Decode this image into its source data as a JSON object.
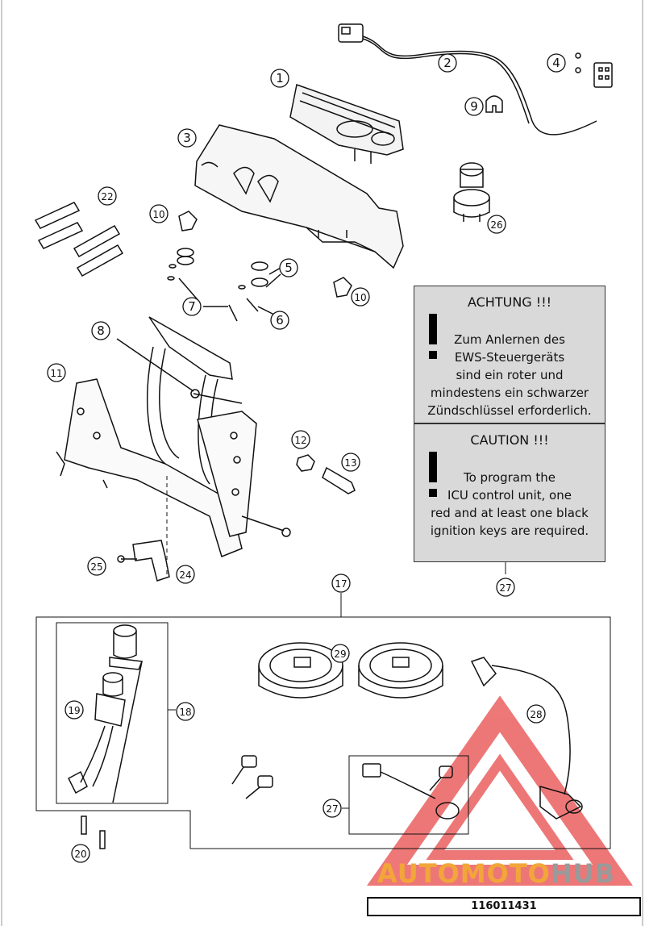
{
  "callouts": [
    "1",
    "2",
    "3",
    "4",
    "5",
    "6",
    "7",
    "8",
    "9",
    "10",
    "11",
    "12",
    "13",
    "17",
    "18",
    "19",
    "20",
    "22",
    "24",
    "25",
    "26",
    "27",
    "28",
    "29"
  ],
  "warning_de": {
    "title": "ACHTUNG !!!",
    "lines": [
      "Zum Anlernen des",
      "EWS-Steuergeräts",
      "sind ein roter und",
      "mindestens ein schwarzer",
      "Zündschlüssel erforderlich."
    ]
  },
  "warning_en": {
    "title": "CAUTION !!!",
    "lines": [
      "To program the",
      "ICU control unit, one",
      "red and at least one black",
      "ignition keys are required."
    ]
  },
  "part_number": "116011431",
  "watermark": {
    "part_a": "AUTOMOTO",
    "part_b": "HUB"
  },
  "colors": {
    "line": "#111111",
    "panel": "#d9d9d9",
    "watermark_a": "#f2a63a",
    "watermark_b": "#9a9a9a",
    "logo_red": "#e84a4a"
  }
}
